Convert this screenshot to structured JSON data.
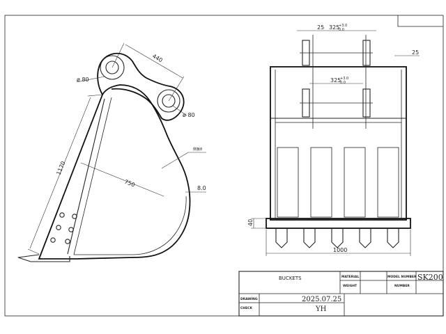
{
  "dims_side": {
    "d440": "440",
    "d80a": "ø 80",
    "d80b": "ø 80",
    "d1170": "1170",
    "d750": "750",
    "d8": "8.0",
    "plate": "侧板8"
  },
  "dims_front": {
    "d25a": "25",
    "d325a": "325",
    "tol_a_up": "+3.0",
    "tol_a_dn": "0.0",
    "d25b": "25",
    "d325b": "325",
    "tol_b_up": "+3.0",
    "tol_b_dn": "0.0",
    "d40": "40",
    "d1000": "1000"
  },
  "title_block": {
    "name": "BUCKETS",
    "material_label": "MATERIAL",
    "weight_label": "WEIGHT",
    "model_label": "MODEL NUMBER",
    "model_value": "SK200",
    "number_label": "NUMBER",
    "drawing_label": "DRAWING",
    "drawing_value": "2025.07.25",
    "check_label": "CHECK",
    "check_value": "YH"
  }
}
